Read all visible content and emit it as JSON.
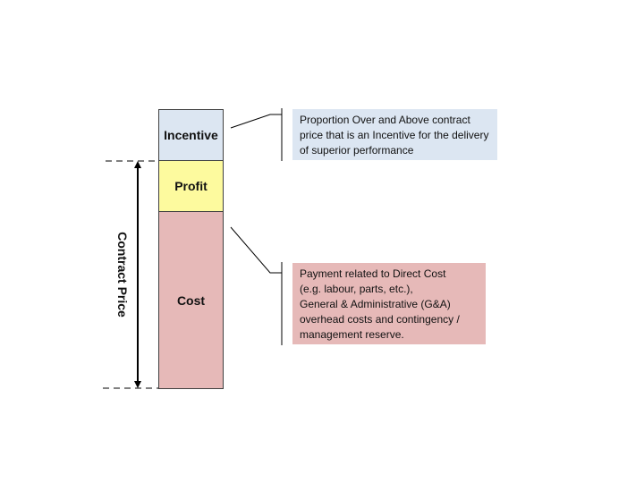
{
  "diagram": {
    "segments": [
      {
        "label": "Incentive",
        "color": "#dce6f2"
      },
      {
        "label": "Profit",
        "color": "#fdfa9e"
      },
      {
        "label": "Cost",
        "color": "#e6b9b8"
      }
    ],
    "bracket_label": "Contract Price",
    "callouts": [
      {
        "text": "Proportion Over and Above contract price that is an Incentive for the delivery of superior performance",
        "color": "#dce6f2"
      },
      {
        "lines": [
          "Payment related to Direct Cost",
          "(e.g. labour, parts, etc.),",
          "General & Administrative (G&A)",
          "overhead costs and contingency /",
          "management reserve."
        ],
        "color": "#e6b9b8"
      }
    ]
  }
}
